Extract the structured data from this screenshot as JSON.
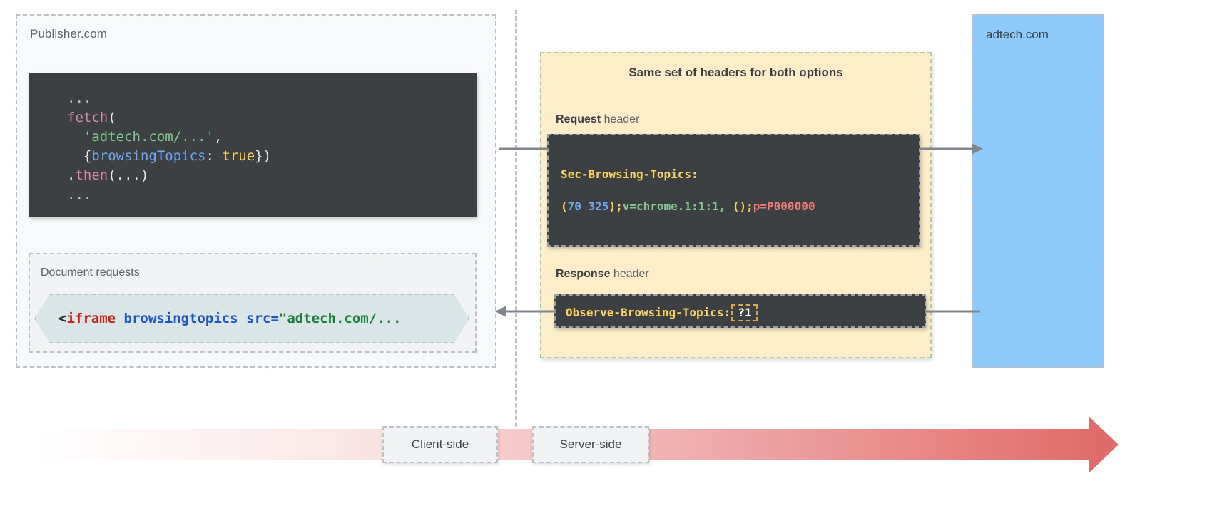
{
  "publisher": {
    "label": "Publisher.com",
    "fetch_code": {
      "line1": "...",
      "line2_fn": "fetch",
      "line2_paren": "(",
      "line3_str": "'adtech.com/...'",
      "line3_comma": ",",
      "line4_open": "{",
      "line4_prop": "browsingTopics",
      "line4_colon": ": ",
      "line4_bool": "true",
      "line4_close": "})",
      "line5_dot": ".",
      "line5_fn": "then",
      "line5_args": "(...)",
      "line6": "..."
    },
    "document_requests_label": "Document requests",
    "iframe_tag": {
      "open_bracket": "<",
      "tag": "iframe",
      "attr": " browsingtopics",
      "src_attr": " src=",
      "src_value": "\"adtech.com/..."
    }
  },
  "headers_panel": {
    "title": "Same set of headers for both options",
    "request_caption_bold": "Request",
    "request_caption_rest": " header",
    "response_caption_bold": "Response",
    "response_caption_rest": " header",
    "request_header": {
      "name": "Sec-Browsing-Topics:",
      "v_open_paren": "(",
      "v_topics": "70 325",
      "v_close_paren": ")",
      "v_semi1": ";",
      "v_version": "v=chrome.1:1:1,",
      "v_empty": " ()",
      "v_semi2": ";",
      "v_config": "p=P000000"
    },
    "response_header": {
      "name": "Observe-Browsing-Topics:",
      "value": "?1"
    }
  },
  "adtech": {
    "label": "adtech.com"
  },
  "timeline": {
    "client_label": "Client-side",
    "server_label": "Server-side"
  },
  "colors": {
    "panel_yellow": "#fdeec9",
    "panel_blue": "#8ecbfa",
    "code_dark": "#3c4043",
    "accent_red": "#e06b6b",
    "header_yellow": "#fbd25c",
    "hex_fill": "#d9e5e7"
  }
}
